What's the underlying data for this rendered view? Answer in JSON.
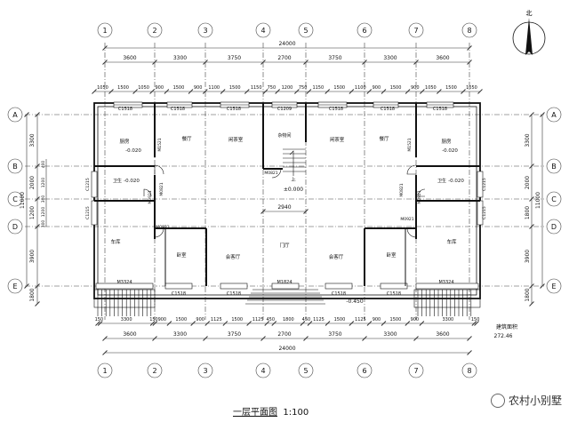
{
  "plan": {
    "title": "一层平面图",
    "scale": "1:100",
    "north": "北",
    "watermark": "农村小别墅",
    "total_dim": "24000",
    "grid_cols": [
      "1",
      "2",
      "3",
      "4",
      "5",
      "6",
      "7",
      "8"
    ],
    "grid_rows": [
      "A",
      "B",
      "C",
      "D",
      "E"
    ],
    "top_bays": [
      "3600",
      "3300",
      "3750",
      "2700",
      "3750",
      "3300",
      "3600"
    ],
    "top_detail": [
      "1050",
      "1500",
      "1050",
      "900",
      "1500",
      "900",
      "1100",
      "1500",
      "1150",
      "750",
      "1200",
      "750",
      "1150",
      "1500",
      "1100",
      "900",
      "1500",
      "900",
      "1050",
      "1500",
      "1050"
    ],
    "bot_bays": [
      "3600",
      "3300",
      "3750",
      "2700",
      "3750",
      "3300",
      "3600"
    ],
    "bot_detail": [
      "150",
      "3300",
      "150",
      "900",
      "1500",
      "900",
      "1125",
      "1500",
      "1125",
      "450",
      "1800",
      "450",
      "1125",
      "1500",
      "1125",
      "900",
      "1500",
      "900",
      "3300",
      "150"
    ],
    "left_dims": [
      "3300",
      "2000",
      "1200",
      "3900",
      "1800"
    ],
    "left_detail": [
      "400",
      "1200",
      "300",
      "1200",
      "300"
    ],
    "left_total": "11000",
    "right_dims": [
      "3300",
      "2000",
      "1800",
      "3900",
      "1800"
    ],
    "right_total": "11000",
    "windows_top": [
      "C1518",
      "C1518",
      "C1518",
      "C1209",
      "C1518",
      "C1518"
    ],
    "windows_bottom": [
      "C1518",
      "C1518",
      "C1518",
      "C1518"
    ],
    "side_windows": [
      "C1215",
      "C1215",
      "C1215",
      "C1215"
    ],
    "doors": [
      "M0921",
      "M0921",
      "M0921",
      "M0921",
      "M0821",
      "M0821",
      "M0821",
      "M1521",
      "M1521",
      "M1824",
      "M3324",
      "M3324"
    ],
    "rooms": {
      "kitchen_l": "厨房",
      "kitchen_r": "厨房",
      "dining_l": "餐厅",
      "dining_r": "餐厅",
      "tea_l": "闲茶室",
      "tea_r": "闲茶室",
      "storage": "杂物间",
      "bath_l": "卫生",
      "bath_r": "卫生",
      "garage_l": "车库",
      "garage_r": "车库",
      "bedroom_l": "卧室",
      "bedroom_r": "卧室",
      "hall": "门厅",
      "living_l": "会客厅",
      "living_r": "会客厅",
      "up": "上"
    },
    "levels": {
      "kitchen": "-0.020",
      "bath": "-0.020",
      "floor": "±0.000",
      "entry": "-0.450"
    },
    "hall_dim": "2940",
    "area_label": "建筑面积",
    "area_value": "272.46"
  }
}
